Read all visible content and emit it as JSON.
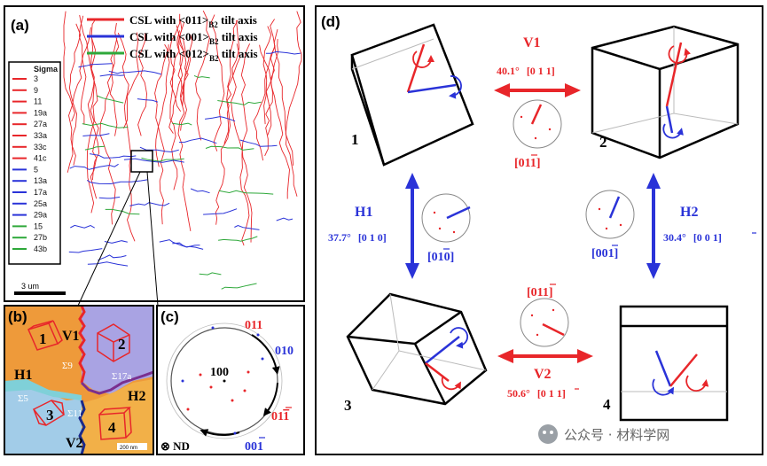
{
  "panel_a": {
    "label": "(a)",
    "legend": [
      {
        "text": "CSL with <011>",
        "sub": "B2",
        "suffix": " tilt axis",
        "color": "#e8262a"
      },
      {
        "text": "CSL with <001>",
        "sub": "B2",
        "suffix": " tilt axis",
        "color": "#2a33d8"
      },
      {
        "text": "CSL with <012>",
        "sub": "B2",
        "suffix": " tilt axis",
        "color": "#2ea83a"
      }
    ],
    "sigma_title": "Sigma",
    "sigma": [
      {
        "label": "3",
        "color": "#e8262a"
      },
      {
        "label": "9",
        "color": "#e8262a"
      },
      {
        "label": "11",
        "color": "#e8262a"
      },
      {
        "label": "19a",
        "color": "#e8262a"
      },
      {
        "label": "27a",
        "color": "#e8262a"
      },
      {
        "label": "33a",
        "color": "#e8262a"
      },
      {
        "label": "33c",
        "color": "#e8262a"
      },
      {
        "label": "41c",
        "color": "#e8262a"
      },
      {
        "label": "5",
        "color": "#2a33d8"
      },
      {
        "label": "13a",
        "color": "#2a33d8"
      },
      {
        "label": "17a",
        "color": "#2a33d8"
      },
      {
        "label": "25a",
        "color": "#2a33d8"
      },
      {
        "label": "29a",
        "color": "#2a33d8"
      },
      {
        "label": "15",
        "color": "#2ea83a"
      },
      {
        "label": "27b",
        "color": "#2ea83a"
      },
      {
        "label": "43b",
        "color": "#2ea83a"
      }
    ],
    "scale_bar": "3 um"
  },
  "panel_b": {
    "label": "(b)",
    "variants": [
      "1",
      "2",
      "3",
      "4"
    ],
    "ops": [
      "V1",
      "H1",
      "H2",
      "V2"
    ],
    "boundaries": [
      "Σ9",
      "Σ17a",
      "Σ5",
      "Σ11"
    ],
    "scale_bar": "200 nm"
  },
  "panel_c": {
    "label": "(c)",
    "center": "100",
    "top_right": "011",
    "right": "010",
    "bottom_right_base": "01",
    "bottom_right_bar": "1",
    "bottom_base": "00",
    "bottom_bar": "1",
    "nd": "⊗ ND"
  },
  "panel_d": {
    "label": "(d)",
    "variants": [
      "1",
      "2",
      "3",
      "4"
    ],
    "V1": {
      "name": "V1",
      "angle": "40.1°",
      "axis": "[0 1 1]",
      "pole": "[011]"
    },
    "H1": {
      "name": "H1",
      "angle": "37.7°",
      "axis": "[0 1 0]",
      "pole": "[010]"
    },
    "H2": {
      "name": "H2",
      "angle": "30.4°",
      "axis_base": "[0 0 ",
      "axis_bar": "1",
      "axis_end": "]",
      "pole_base": "[00",
      "pole_bar": "1",
      "pole_end": "]"
    },
    "V2": {
      "name": "V2",
      "angle": "50.6°",
      "axis_base": "[0 1 ",
      "axis_bar": "1",
      "axis_end": "]",
      "pole_base": "[01",
      "pole_bar": "1",
      "pole_end": "]"
    }
  },
  "watermark": {
    "text": "公众号 · 材料学网"
  },
  "colors": {
    "red": "#e8262a",
    "blue": "#2a33d8",
    "green": "#2ea83a"
  }
}
